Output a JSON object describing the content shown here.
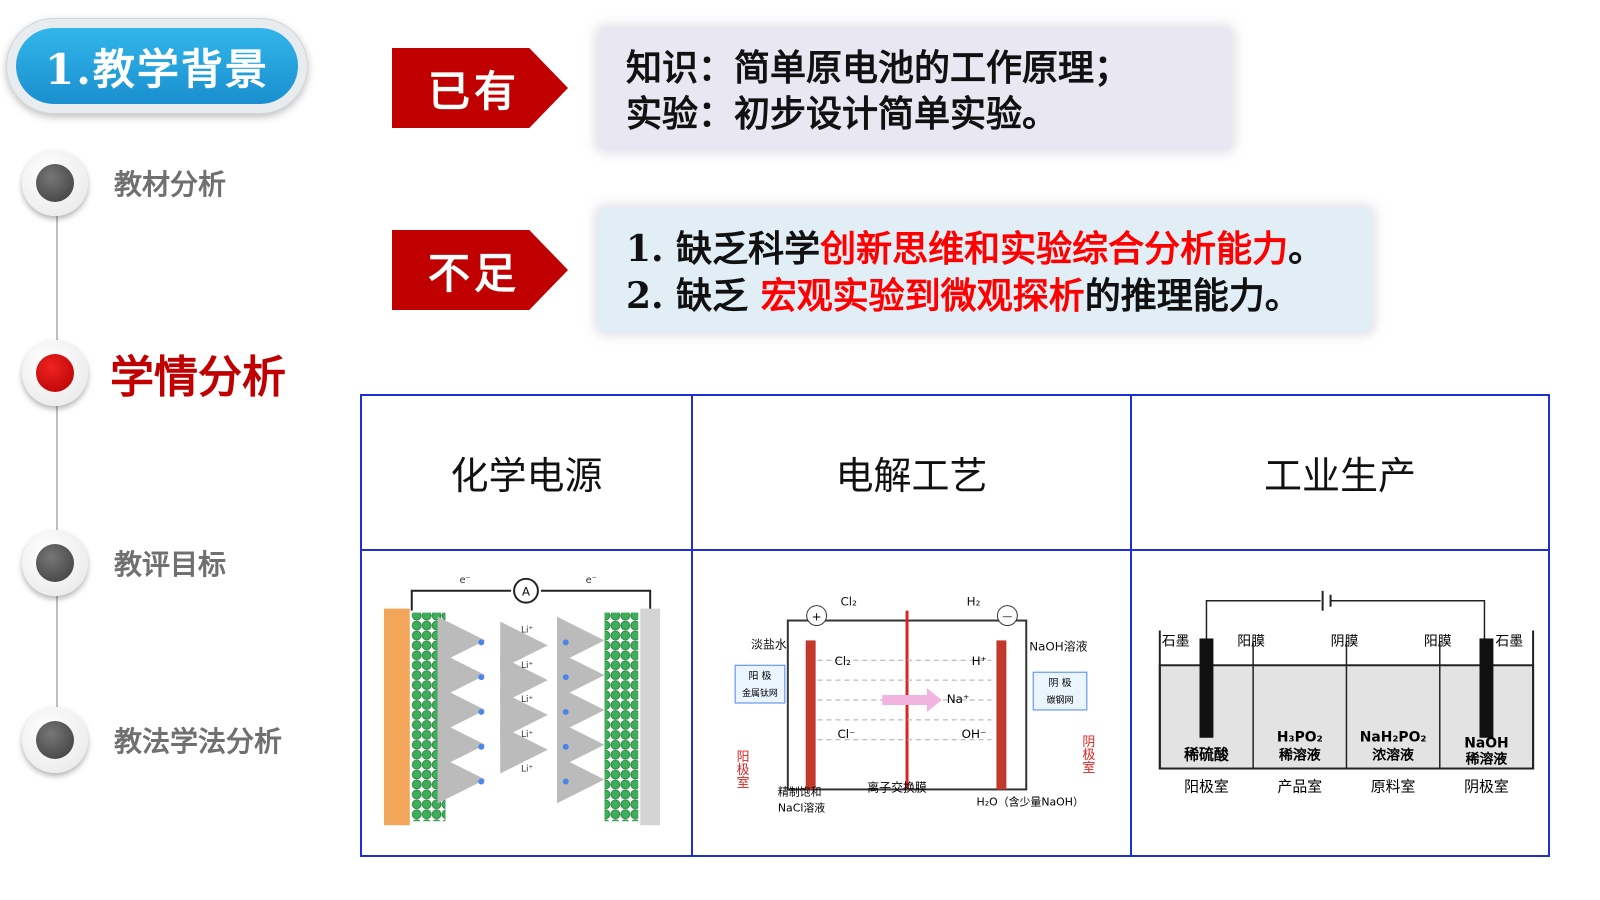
{
  "header": {
    "title": "1.教学背景"
  },
  "sidebar": {
    "items": [
      {
        "label": "教材分析",
        "active": false
      },
      {
        "label": "学情分析",
        "active": true
      },
      {
        "label": "教评目标",
        "active": false
      },
      {
        "label": "教法学法分析",
        "active": false
      }
    ]
  },
  "known": {
    "tag": "已有",
    "line1": "知识：简单原电池的工作原理；",
    "line2": "实验：初步设计简单实验。"
  },
  "lack": {
    "tag": "不足",
    "line1_num": "1.",
    "line1_a": " 缺乏科学",
    "line1_red": "创新思维和实验综合分析能力",
    "line1_end": "。",
    "line2_num": "2.",
    "line2_a": " 缺乏 ",
    "line2_red": "宏观实验到微观探析",
    "line2_b": "的推理能力。"
  },
  "table": {
    "headers": [
      "化学电源",
      "电解工艺",
      "工业生产"
    ],
    "battery": {
      "ammeter": "A",
      "electron": "e⁻",
      "ion": "Li⁺"
    },
    "electrolysis": {
      "cl2_top": "Cl₂",
      "h2_top": "H₂",
      "plus": "+",
      "minus": "—",
      "brine": "淡盐水",
      "naoh_solution": "NaOH溶液",
      "anode_box": "阳 极",
      "anode_material": "金属钛网",
      "cathode_box": "阴 极",
      "cathode_material": "碳钢网",
      "cl2_inner": "Cl₂",
      "h_plus": "H⁺",
      "na_plus": "Na⁺",
      "cl_minus": "Cl⁻",
      "oh_minus": "OH⁻",
      "anode_chamber": "阳极室",
      "cathode_chamber": "阴极室",
      "membrane": "离子交换膜",
      "saturated_nacl_1": "精制饱和",
      "saturated_nacl_2": "NaCl溶液",
      "water_in": "H₂O（含少量NaOH）"
    },
    "industrial": {
      "graphite_left": "石墨",
      "graphite_right": "石墨",
      "anion_membrane_1": "阳膜",
      "cathode_membrane": "阴膜",
      "anion_membrane_2": "阳膜",
      "sol1": "稀硫酸",
      "sol2_a": "H₃PO₂",
      "sol2_b": "稀溶液",
      "sol3_a": "NaH₂PO₂",
      "sol3_b": "浓溶液",
      "sol4_a": "NaOH",
      "sol4_b": "稀溶液",
      "room1": "阳极室",
      "room2": "产品室",
      "room3": "原料室",
      "room4": "阴极室"
    }
  },
  "colors": {
    "accent_red": "#c00000",
    "highlight_red": "#ff0000",
    "header_blue": "#1a8fcf",
    "table_border": "#1f2fd6"
  }
}
